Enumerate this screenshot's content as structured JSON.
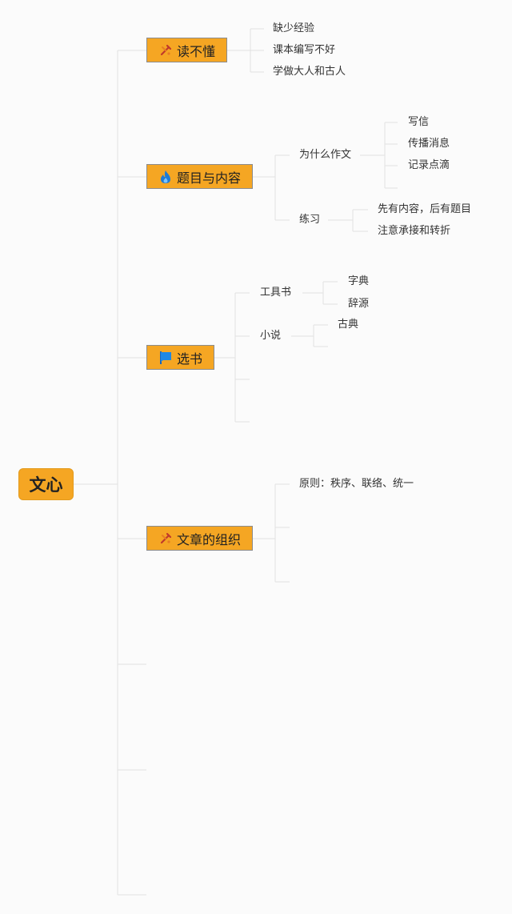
{
  "root": {
    "label": "文心"
  },
  "topics": [
    {
      "label": "读不懂",
      "icon": "tools-icon",
      "children": [
        "缺少经验",
        "课本编写不好",
        "学做大人和古人"
      ]
    },
    {
      "label": "题目与内容",
      "icon": "fire-icon",
      "why": {
        "label": "为什么作文",
        "children": [
          "写信",
          "传播消息",
          "记录点滴"
        ]
      },
      "practice": {
        "label": "练习",
        "children": [
          "先有内容，后有题目",
          "注意承接和转折"
        ]
      }
    },
    {
      "label": "选书",
      "icon": "flag-icon",
      "tools": {
        "label": "工具书",
        "children": [
          "字典",
          "辞源"
        ]
      },
      "novel": {
        "label": "小说",
        "children": [
          "古典"
        ]
      }
    },
    {
      "label": "文章的组织",
      "icon": "tools-icon",
      "children": [
        "原则：秩序、联络、统一"
      ]
    }
  ],
  "colors": {
    "node_fill": "#f5a623",
    "line": "#e2e2e2"
  }
}
